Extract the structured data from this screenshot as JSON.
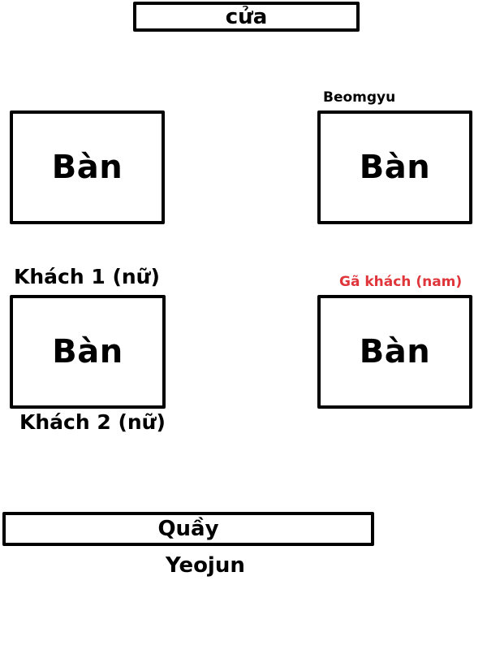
{
  "door": {
    "label": "cửa"
  },
  "counter": {
    "label": "Quầy"
  },
  "tables": [
    {
      "label": "Bàn"
    },
    {
      "label": "Bàn"
    },
    {
      "label": "Bàn"
    },
    {
      "label": "Bàn"
    }
  ],
  "people": {
    "beomgyu": "Beomgyu",
    "guest1": "Khách 1 (nữ)",
    "guest2": "Khách 2 (nữ)",
    "male_guest": "Gã khách (nam)",
    "yeojun": "Yeojun"
  },
  "colors": {
    "male_guest_label": "#e0353b"
  }
}
